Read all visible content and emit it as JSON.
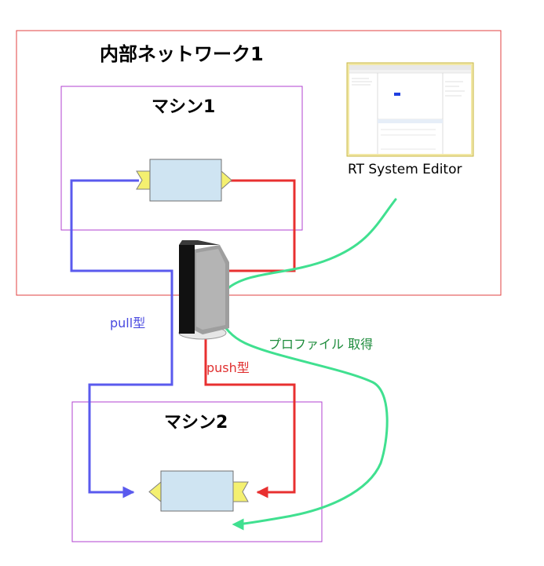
{
  "network": {
    "title": "内部ネットワーク1"
  },
  "machine1": {
    "title": "マシン1"
  },
  "machine2": {
    "title": "マシン2"
  },
  "editor": {
    "label": "RT System Editor"
  },
  "connections": {
    "pull_label": "pull型",
    "push_label": "push型",
    "profile_label": "プロファイル 取得"
  },
  "colors": {
    "network_border": "#e04040",
    "machine_border": "#b040d0",
    "pull": "#5a5aee",
    "push": "#e83030",
    "profile": "#40e090",
    "component_fill": "#cfe4f2",
    "port_fill": "#f4f070"
  }
}
